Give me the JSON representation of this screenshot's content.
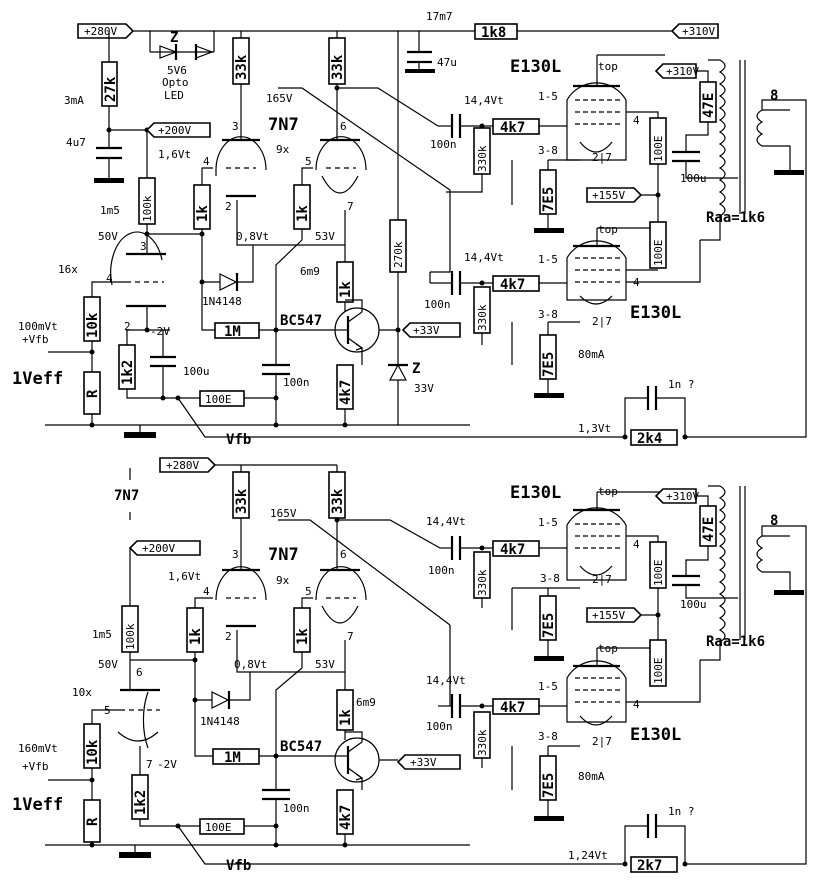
{
  "stages": [
    {
      "tube": "7N7",
      "tube_gain": "9x",
      "input_stage_gain": "16x",
      "input_level": "100mVt",
      "feedback_label": "+Vfb",
      "output_level": "1Veff",
      "input_R": "R",
      "feedback_net": "Vfb",
      "rails": {
        "v280": "+280V",
        "v310": "+310V",
        "v200": "+200V",
        "v155": "+155V",
        "v33": "+33V"
      },
      "current_3mA": "3mA",
      "current_17mA": "17m7",
      "r_1k8": "1k8",
      "r_27k": "27k",
      "zener_5v6": "5V6",
      "opto_label": "Opto",
      "led_label": "LED",
      "z_label": "Z",
      "c_4u7": "4u7",
      "c_47u": "47u",
      "v1m5": "1m5",
      "r_100k": "100k",
      "r_33k_a": "33k",
      "r_33k_b": "33k",
      "v165": "165V",
      "pin3": "3",
      "pin6": "6",
      "pin4": "4",
      "pin5": "5",
      "pin2": "2",
      "pin7": "7",
      "v1_6": "1,6Vt",
      "v50": "50V",
      "v0_8": "0,8Vt",
      "v53": "53V",
      "r_1k_a": "1k",
      "r_1k_b": "1k",
      "r_10k": "10k",
      "r_1k2": "1k2",
      "v_minus2": "-2V",
      "c_100u": "100u",
      "r_100E": "100E",
      "r_1M": "1M",
      "diode": "1N4148",
      "transistor": "BC547",
      "c_100n_bias": "100n",
      "i_6m9": "6m9",
      "r_1k_e": "1k",
      "r_4k7_e": "4k7",
      "r_270k": "270k",
      "zener_33": "33V",
      "pentode": "E130L",
      "pin_1_5": "1-5",
      "pin_3_8": "3-8",
      "pin_2_7": "2|7",
      "pin_4": "4",
      "top": "top",
      "v14_4": "14,4Vt",
      "c_100n": "100n",
      "r_4k7": "4k7",
      "r_330k": "330k",
      "r_7E5": "7E5",
      "i_80mA": "80mA",
      "r_100E_g2": "100E",
      "r_47E": "47E",
      "c_100u_g2": "100u",
      "raa": "Raa=1k6",
      "speaker": "8",
      "c_fb": "1n ?",
      "v_fb": "1,3Vt",
      "r_fb": "2k4"
    },
    {
      "tube": "7N7",
      "tube_gain": "9x",
      "input_stage_gain": "10x",
      "input_level": "160mVt",
      "feedback_label": "+Vfb",
      "output_level": "1Veff",
      "input_R": "R",
      "feedback_net": "Vfb",
      "rails": {
        "v280": "+280V",
        "v310": "+310V",
        "v200": "+200V",
        "v155": "+155V",
        "v33": "+33V"
      },
      "v1m5": "1m5",
      "r_100k": "100k",
      "r_33k_a": "33k",
      "r_33k_b": "33k",
      "v165": "165V",
      "pin3": "3",
      "pin6": "6",
      "pin4": "4",
      "pin5": "5",
      "pin2": "2",
      "pin7": "7",
      "in_pin6": "6",
      "in_pin5": "5",
      "in_pin7": "7",
      "v1_6": "1,6Vt",
      "v50": "50V",
      "v0_8": "0,8Vt",
      "v53": "53V",
      "r_1k_a": "1k",
      "r_1k_b": "1k",
      "r_10k": "10k",
      "r_1k2": "1k2",
      "v_minus2": "-2V",
      "r_100E": "100E",
      "r_1M": "1M",
      "diode": "1N4148",
      "transistor": "BC547",
      "c_100n_bias": "100n",
      "i_6m9": "6m9",
      "r_1k_e": "1k",
      "r_4k7_e": "4k7",
      "pentode": "E130L",
      "pin_1_5": "1-5",
      "pin_3_8": "3-8",
      "pin_2_7": "2|7",
      "pin_4": "4",
      "top": "top",
      "v14_4": "14,4Vt",
      "c_100n": "100n",
      "r_4k7": "4k7",
      "r_330k": "330k",
      "r_7E5": "7E5",
      "i_80mA": "80mA",
      "r_100E_g2": "100E",
      "r_47E": "47E",
      "c_100u_g2": "100u",
      "raa": "Raa=1k6",
      "speaker": "8",
      "c_fb": "1n ?",
      "v_fb": "1,24Vt",
      "r_fb": "2k7"
    }
  ]
}
